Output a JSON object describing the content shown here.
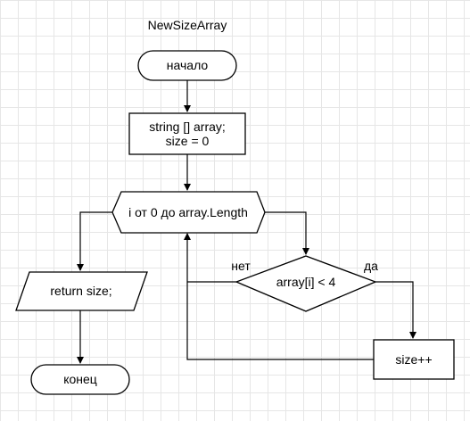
{
  "diagram": {
    "title": "NewSizeArray",
    "nodes": {
      "start": {
        "type": "terminator",
        "label": "начало"
      },
      "init": {
        "type": "process",
        "lines": [
          "string [] array;",
          "size = 0"
        ]
      },
      "loop": {
        "type": "loop",
        "label": "i от 0 до array.Length"
      },
      "cond": {
        "type": "decision",
        "label": "array[i] < 4"
      },
      "inc": {
        "type": "process",
        "label": "size++"
      },
      "ret": {
        "type": "io",
        "label": "return size;"
      },
      "end": {
        "type": "terminator",
        "label": "конец"
      }
    },
    "edges": {
      "no_label": "нет",
      "yes_label": "да"
    }
  }
}
